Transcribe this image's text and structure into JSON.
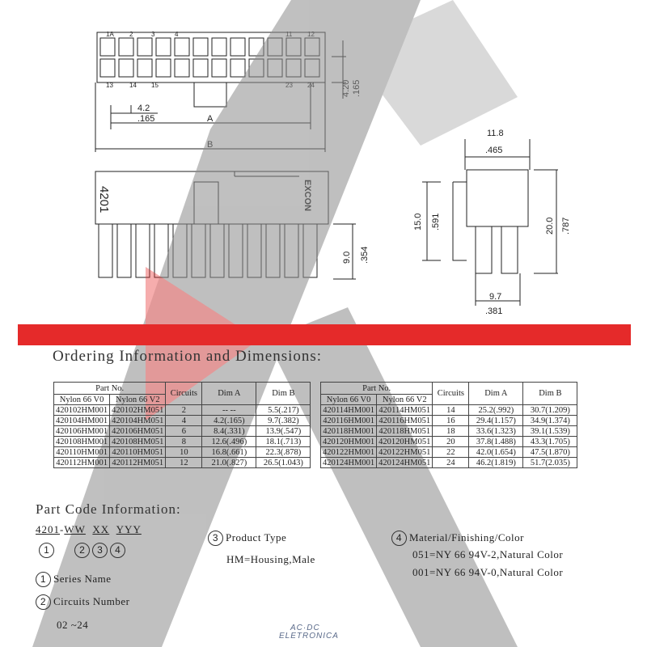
{
  "drawing": {
    "top_pin_labels": [
      "1A",
      "2",
      "3",
      "4",
      "11",
      "12"
    ],
    "bottom_pin_labels": [
      "13",
      "14",
      "15",
      "23",
      "24"
    ],
    "dim_pitch_mm": "4.2",
    "dim_pitch_in": ".165",
    "dim_a": "A",
    "dim_b": "B",
    "dim_row_mm": "4.20",
    "dim_row_in": ".165",
    "side_label": "4201",
    "brand": "EXCON",
    "dim_9_mm": "9.0",
    "dim_9_in": ".354",
    "dim_width_mm": "11.8",
    "dim_width_in": ".465",
    "dim_15_mm": "15.0",
    "dim_15_in": ".591",
    "dim_20_mm": "20.0",
    "dim_20_in": ".787",
    "dim_97_mm": "9.7",
    "dim_97_in": ".381"
  },
  "section_heading": "Ordering Information and Dimensions:",
  "table": {
    "part_no": "Part No.",
    "nylon_v0": "Nylon 66 V0",
    "nylon_v2": "Nylon 66 V2",
    "circuits": "Circuits",
    "dim_a": "Dim A",
    "dim_b": "Dim B",
    "left_rows": [
      [
        "420102HM001",
        "420102HM051",
        "2",
        "-- --",
        "5.5(.217)"
      ],
      [
        "420104HM001",
        "420104HM051",
        "4",
        "4.2(.165)",
        "9.7(.382)"
      ],
      [
        "420106HM001",
        "420106HM051",
        "6",
        "8.4(.331)",
        "13.9(.547)"
      ],
      [
        "420108HM001",
        "420108HM051",
        "8",
        "12.6(.496)",
        "18.1(.713)"
      ],
      [
        "420110HM001",
        "420110HM051",
        "10",
        "16.8(.661)",
        "22.3(.878)"
      ],
      [
        "420112HM001",
        "420112HM051",
        "12",
        "21.0(.827)",
        "26.5(1.043)"
      ]
    ],
    "right_rows": [
      [
        "420114HM001",
        "420114HM051",
        "14",
        "25.2(.992)",
        "30.7(1.209)"
      ],
      [
        "420116HM001",
        "420116HM051",
        "16",
        "29.4(1.157)",
        "34.9(1.374)"
      ],
      [
        "420118HM001",
        "420118HM051",
        "18",
        "33.6(1.323)",
        "39.1(1.539)"
      ],
      [
        "420120HM001",
        "420120HM051",
        "20",
        "37.8(1.488)",
        "43.3(1.705)"
      ],
      [
        "420122HM001",
        "420122HM051",
        "22",
        "42.0(1.654)",
        "47.5(1.870)"
      ],
      [
        "420124HM001",
        "420124HM051",
        "24",
        "46.2(1.819)",
        "51.7(2.035)"
      ]
    ]
  },
  "part_code": {
    "title": "Part Code Information:",
    "code_series": "4201",
    "code_ww": "WW",
    "code_xx": "XX",
    "code_yyy": "YYY",
    "n1": "1",
    "n2": "2",
    "n3": "3",
    "n4": "4",
    "series_name": "Series Name",
    "circuits_number": "Circuits Number",
    "circuits_range": "02 ~24",
    "product_type": "Product Type",
    "hm_desc": "HM=Housing,Male",
    "material_title": "Material/Finishing/Color",
    "mat_051": "051=NY 66 94V-2,Natural Color",
    "mat_001": "001=NY 66 94V-0,Natural Color"
  },
  "watermark": {
    "line1": "AC·DC",
    "line2": "ELETRONICA"
  },
  "colors": {
    "red_band": "#e52a2a",
    "watermark_gray": "#8c8c8c",
    "watermark_red": "#e52a2a"
  }
}
